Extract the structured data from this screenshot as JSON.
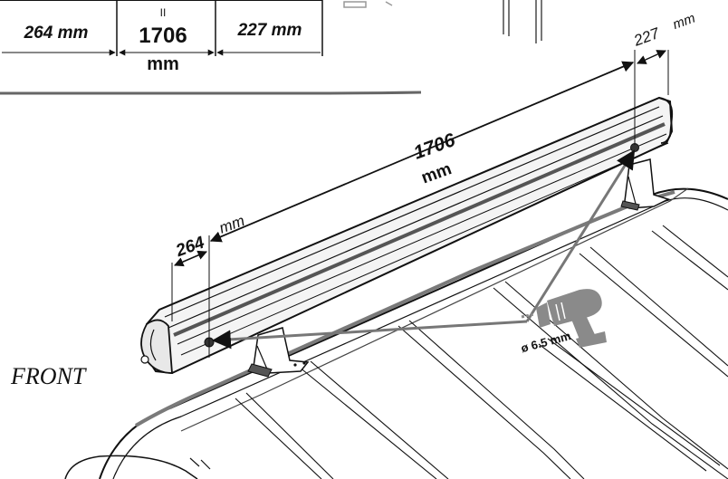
{
  "top_dimensions": {
    "left_offset": "264 mm",
    "center_value": "1706",
    "center_unit": "mm",
    "right_offset": "227 mm",
    "equals_mark": "II"
  },
  "rail_dimensions": {
    "total_value": "1706",
    "total_unit": "mm",
    "left_offset_value": "264",
    "left_offset_unit": "mm",
    "right_offset_value": "227",
    "right_offset_unit": "mm"
  },
  "drill": {
    "diameter_label": "ø 6.5 mm",
    "icon": "power-drill-icon"
  },
  "orientation_label": "FRONT",
  "colors": {
    "line": "#111111",
    "drill_gray": "#8a8a8a",
    "rail_fill": "#f4f4f4"
  }
}
